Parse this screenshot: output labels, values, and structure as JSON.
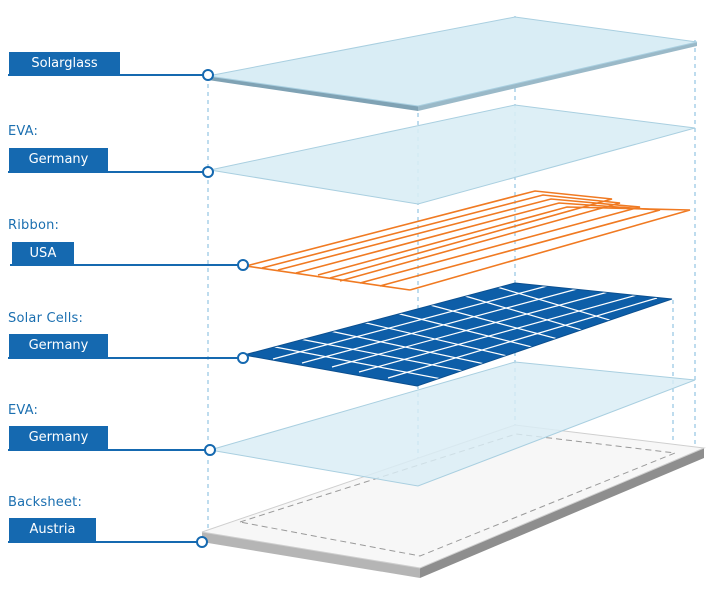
{
  "layers": [
    {
      "id": "solarglass",
      "caption": "",
      "label": "Solarglass"
    },
    {
      "id": "eva-top",
      "caption": "EVA:",
      "label": "Germany"
    },
    {
      "id": "ribbon",
      "caption": "Ribbon:",
      "label": "USA"
    },
    {
      "id": "solar-cells",
      "caption": "Solar Cells:",
      "label": "Germany"
    },
    {
      "id": "eva-bottom",
      "caption": "EVA:",
      "label": "Germany"
    },
    {
      "id": "backsheet",
      "caption": "Backsheet:",
      "label": "Austria"
    }
  ],
  "colors": {
    "label_bg": "#1569b0",
    "caption": "#1b6fb0",
    "glass_fill": "#d9edf5",
    "glass_edge": "#a9cfe0",
    "ribbon": "#f07a22",
    "cell": "#0d5ea8",
    "backsheet_edge": "#9c9c9c",
    "guide": "#7cb9dc"
  }
}
